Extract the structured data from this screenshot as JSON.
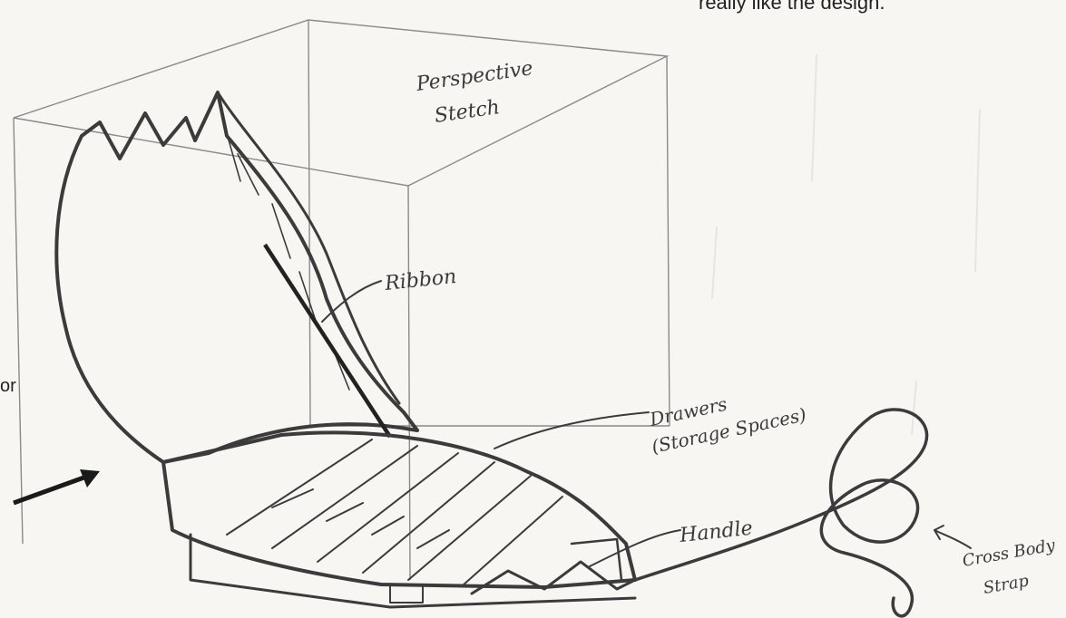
{
  "top_caption": "really like the design.",
  "side_fragment": "or",
  "labels": {
    "perspective_line1": "Perspective",
    "perspective_line2": "Stetch",
    "ribbon": "Ribbon",
    "drawers_line1": "Drawers",
    "drawers_line2": "(Storage Spaces)",
    "handle": "Handle",
    "crossbody_line1": "Cross Body",
    "crossbody_line2": "Strap"
  }
}
